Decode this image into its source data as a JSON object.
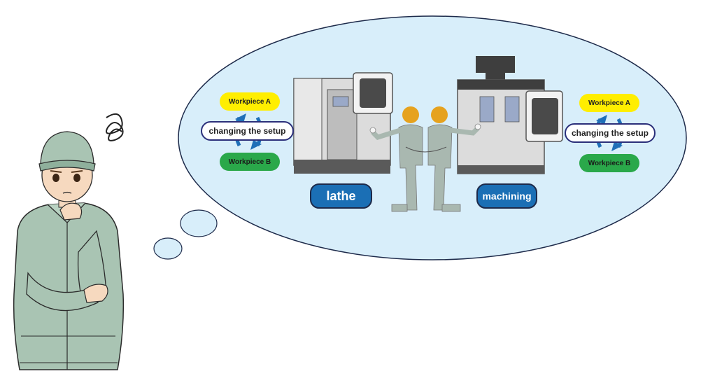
{
  "left_group": {
    "workpiece_a": "Workpiece A",
    "setup": "changing the setup",
    "workpiece_b": "Workpiece B"
  },
  "right_group": {
    "workpiece_a": "Workpiece A",
    "setup": "changing the setup",
    "workpiece_b": "Workpiece B"
  },
  "machines": {
    "lathe_label": "lathe",
    "machining_label": "machining"
  },
  "colors": {
    "bubble_fill": "#d8eefa",
    "bubble_stroke": "#1d2a4a",
    "workpiece_a": "#ffee00",
    "workpiece_b": "#2aa84a",
    "setup_border": "#2b2f7a",
    "label_fill": "#1b6fb5",
    "arrow": "#1f6fb8",
    "uniform": "#a9c4b3",
    "helmet": "#e6a21e"
  }
}
